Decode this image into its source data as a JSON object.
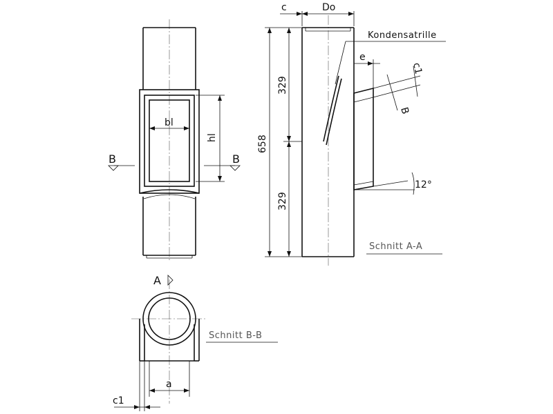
{
  "labels": {
    "c": "c",
    "Do": "Do",
    "kondensatrille": "Kondensatrille",
    "e": "e",
    "c1_top": "c1",
    "b_angle": "B",
    "dim_329_top": "329",
    "dim_329_bottom": "329",
    "dim_658": "658",
    "angle": "12°",
    "bl": "bl",
    "hl": "hl",
    "b_left": "B",
    "b_right": "B",
    "a_view": "A",
    "a_dim": "a",
    "c1_bottom": "c1"
  },
  "sections": {
    "schnitt_aa": "Schnitt  A-A",
    "schnitt_bb": "Schnitt  B-B"
  }
}
